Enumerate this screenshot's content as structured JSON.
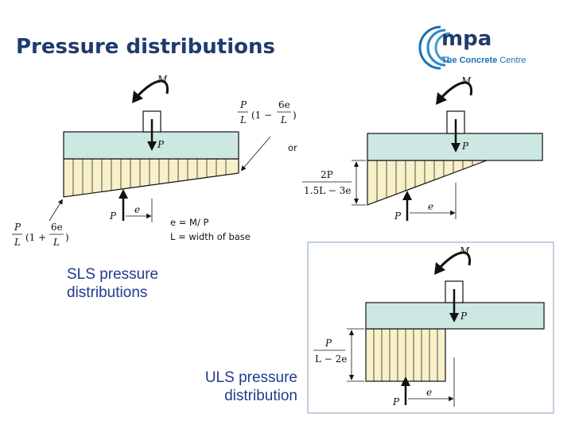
{
  "title": "Pressure distributions",
  "logo": {
    "name": "mpa",
    "tagline_bold": "The Concrete",
    "tagline_rest": " Centre"
  },
  "captions": {
    "sls_line1": "SLS pressure",
    "sls_line2": "distributions",
    "uls_line1": "ULS pressure",
    "uls_line2": "distribution"
  },
  "diagram1": {
    "moment": "M",
    "load": "P",
    "reaction": "P",
    "eccentricity": "e",
    "top_formula": {
      "frac_num": "P",
      "frac_den": "L",
      "open": "(1 −",
      "num2": "6e",
      "den2": "L",
      "close": ")"
    },
    "bottom_formula": {
      "frac_num": "P",
      "frac_den": "L",
      "open": "(1 +",
      "num2": "6e",
      "den2": "L",
      "close": ")"
    },
    "note1": "e = M/ P",
    "note2": "L = width of base",
    "or": "or"
  },
  "diagram2": {
    "moment": "M",
    "load": "P",
    "reaction": "P",
    "eccentricity": "e",
    "formula_num": "2P",
    "formula_den": "1.5L − 3e"
  },
  "diagram3": {
    "moment": "M",
    "load": "P",
    "reaction": "P",
    "eccentricity": "e",
    "formula_num": "P",
    "formula_den": "L − 2e"
  },
  "colors": {
    "title": "#1f3b6e",
    "footing": "#cde8e3",
    "pressure_fill": "#f7f0c8",
    "caption": "#1f3b8e",
    "frame": "#8aa0c0"
  }
}
